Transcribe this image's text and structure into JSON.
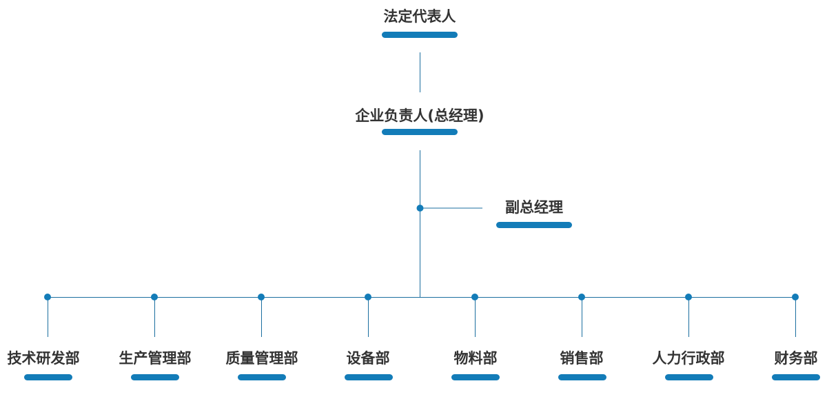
{
  "theme": {
    "accent": "#137cb8",
    "line": "#1a6e9f",
    "text": "#333333"
  },
  "top": {
    "legal_rep": "法定代表人",
    "general_manager": "企业负责人(总经理)",
    "deputy_manager": "副总经理"
  },
  "departments": [
    "技术研发部",
    "生产管理部",
    "质量管理部",
    "设备部",
    "物料部",
    "销售部",
    "人力行政部",
    "财务部"
  ]
}
